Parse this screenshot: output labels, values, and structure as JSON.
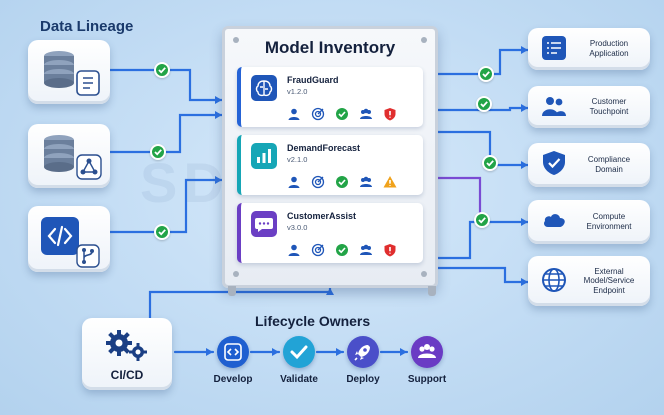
{
  "data_lineage": {
    "title": "Data Lineage"
  },
  "watermark": "SDCC",
  "inventory": {
    "title": "Model Inventory",
    "models": [
      {
        "name": "FraudGuard",
        "version": "v1.2.0",
        "accent": "#2563d6",
        "icon": "brain-icon",
        "status": "alert-shield"
      },
      {
        "name": "DemandForecast",
        "version": "v2.1.0",
        "accent": "#16a6b6",
        "icon": "bar-chart-icon",
        "status": "warning-triangle"
      },
      {
        "name": "CustomerAssist",
        "version": "v3.0.0",
        "accent": "#6b3fc4",
        "icon": "chat-icon",
        "status": "alert-shield"
      }
    ]
  },
  "outputs": [
    {
      "label": "Production Application",
      "icon": "application-icon"
    },
    {
      "label": "Customer Touchpoint",
      "icon": "users-icon"
    },
    {
      "label": "Compliance Domain",
      "icon": "shield-check-icon"
    },
    {
      "label": "Compute Environment",
      "icon": "cloud-icon"
    },
    {
      "label": "External Model/Service Endpoint",
      "icon": "globe-icon"
    }
  ],
  "cicd": {
    "label": "CI/CD"
  },
  "lifecycle": {
    "title": "Lifecycle Owners",
    "steps": [
      {
        "label": "Develop",
        "color": "#1f5fd0",
        "icon": "code-icon"
      },
      {
        "label": "Validate",
        "color": "#22a3d6",
        "icon": "check-icon"
      },
      {
        "label": "Deploy",
        "color": "#4a4fc9",
        "icon": "rocket-icon"
      },
      {
        "label": "Support",
        "color": "#6a3bc4",
        "icon": "people-icon"
      }
    ]
  },
  "colors": {
    "line_blue": "#2b6fe0",
    "line_purple": "#7a4bd3",
    "check_green": "#22a447"
  }
}
